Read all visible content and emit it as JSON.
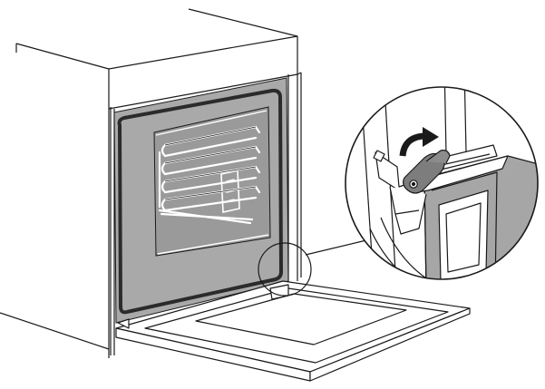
{
  "figure": {
    "subject": "",
    "caption": ""
  },
  "colors": {
    "background": "#ffffff",
    "line": "#1a1a1a",
    "cavity_fill": "#a9a9a9",
    "cavity_window": "#9a9a9a",
    "gasket": "#2b2b2b",
    "door_fill": "#ffffff",
    "hinge_lever": "#7d7d7d",
    "detail_panel": "#a6a6a6",
    "arrow": "#1a1a1a"
  },
  "icons": {
    "rotate_arrow": "curved-arrow-clockwise-icon"
  },
  "parts": [
    "oven-housing",
    "oven-cavity",
    "door-gasket",
    "oven-rack",
    "open-oven-door",
    "hinge-highlight-circle",
    "hinge-detail-magnifier",
    "hinge-lever",
    "rotate-arrow"
  ]
}
